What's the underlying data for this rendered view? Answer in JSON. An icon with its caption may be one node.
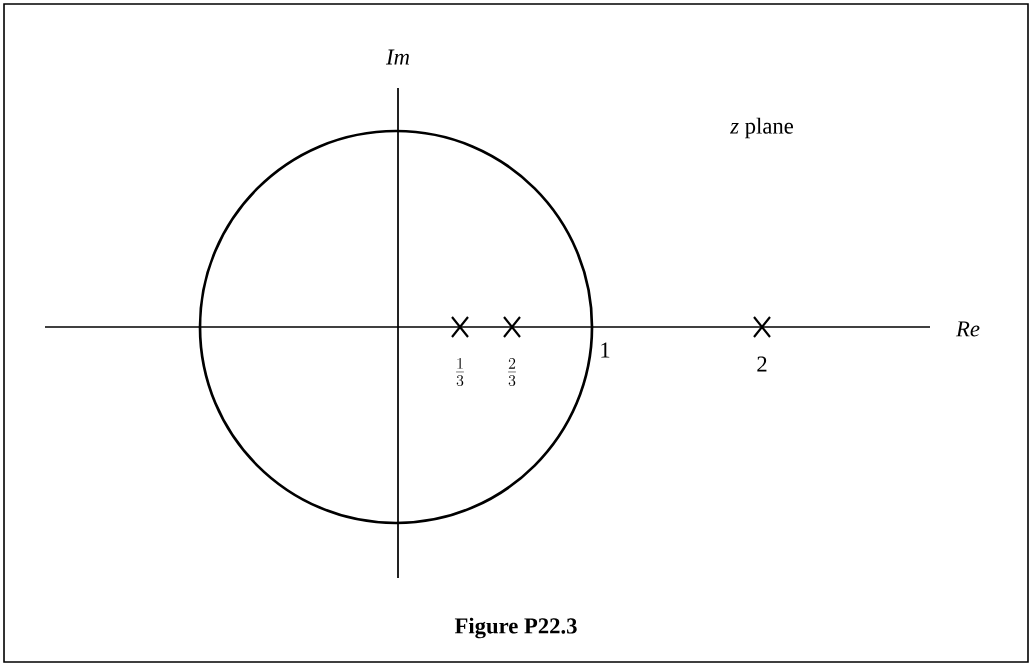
{
  "diagram": {
    "caption": "Figure P22.3",
    "labels": [
      "*Im*",
      "*z* plane",
      "*Re*",
      "\\frac{1}{3}",
      "\\frac{2}{3}",
      "1",
      "2"
    ]
  }
}
